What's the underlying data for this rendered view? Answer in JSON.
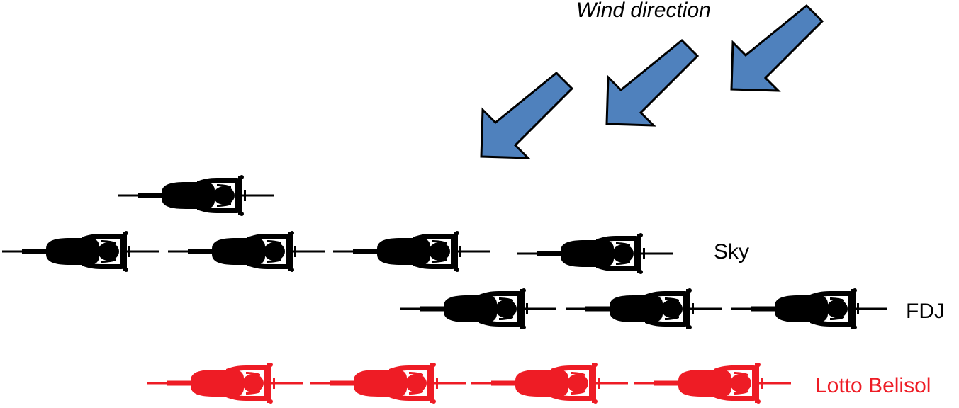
{
  "wind": {
    "label": "Wind direction",
    "arrow_color": "#4f81bd",
    "arrow_outline": "#000000",
    "arrow_count": 3
  },
  "groups": [
    {
      "id": "sky",
      "label": "Sky",
      "color": "#000000",
      "riders": 5
    },
    {
      "id": "fdj",
      "label": "FDJ",
      "color": "#000000",
      "riders": 3
    },
    {
      "id": "lotto",
      "label": "Lotto Belisol",
      "color": "#ee1c25",
      "riders": 4
    }
  ],
  "icons": {
    "rider": "cyclist-top-view-icon",
    "wind": "wind-arrow-icon"
  }
}
